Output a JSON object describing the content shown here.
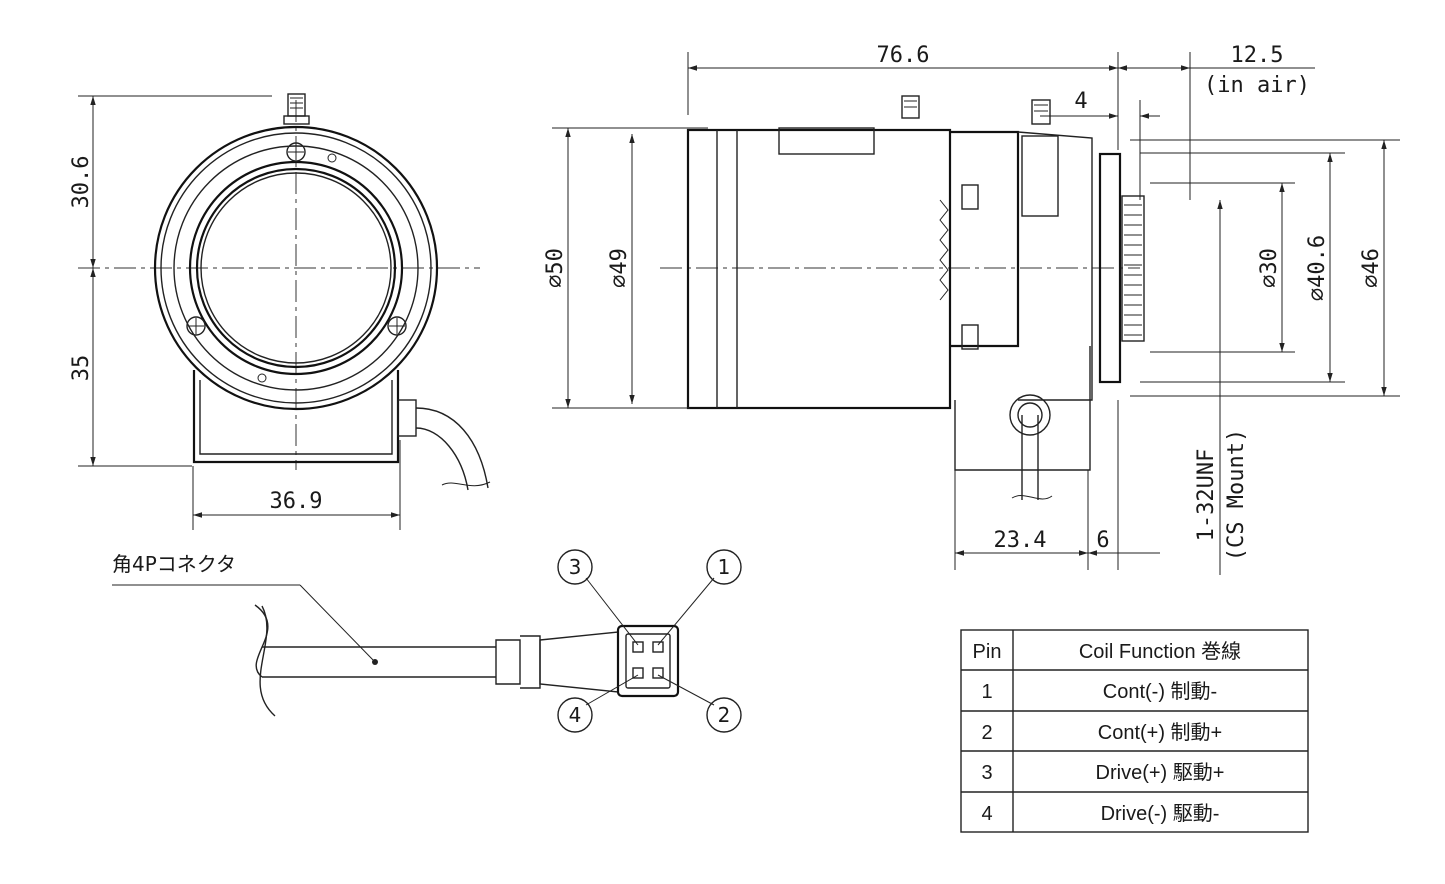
{
  "dimensions": {
    "front_top_height": "30.6",
    "front_bottom_height": "35",
    "front_width": "36.9",
    "overall_length": "76.6",
    "back_focus": "12.5",
    "back_focus_note": "(in air)",
    "iris_offset": "4",
    "dia_50": "⌀50",
    "dia_49": "⌀49",
    "dia_30": "⌀30",
    "dia_40_6": "⌀40.6",
    "dia_46": "⌀46",
    "mount_length": "23.4",
    "mount_offset": "6",
    "mount_thread": "1-32UNF",
    "mount_type": "(CS Mount)"
  },
  "connector": {
    "label": "角4Pコネクタ",
    "pins": [
      "1",
      "2",
      "3",
      "4"
    ]
  },
  "pin_table": {
    "headers": [
      "Pin",
      "Coil Function 巻線"
    ],
    "rows": [
      [
        "1",
        "Cont(-) 制動-"
      ],
      [
        "2",
        "Cont(+) 制動+"
      ],
      [
        "3",
        "Drive(+) 駆動+"
      ],
      [
        "4",
        "Drive(-) 駆動-"
      ]
    ]
  }
}
